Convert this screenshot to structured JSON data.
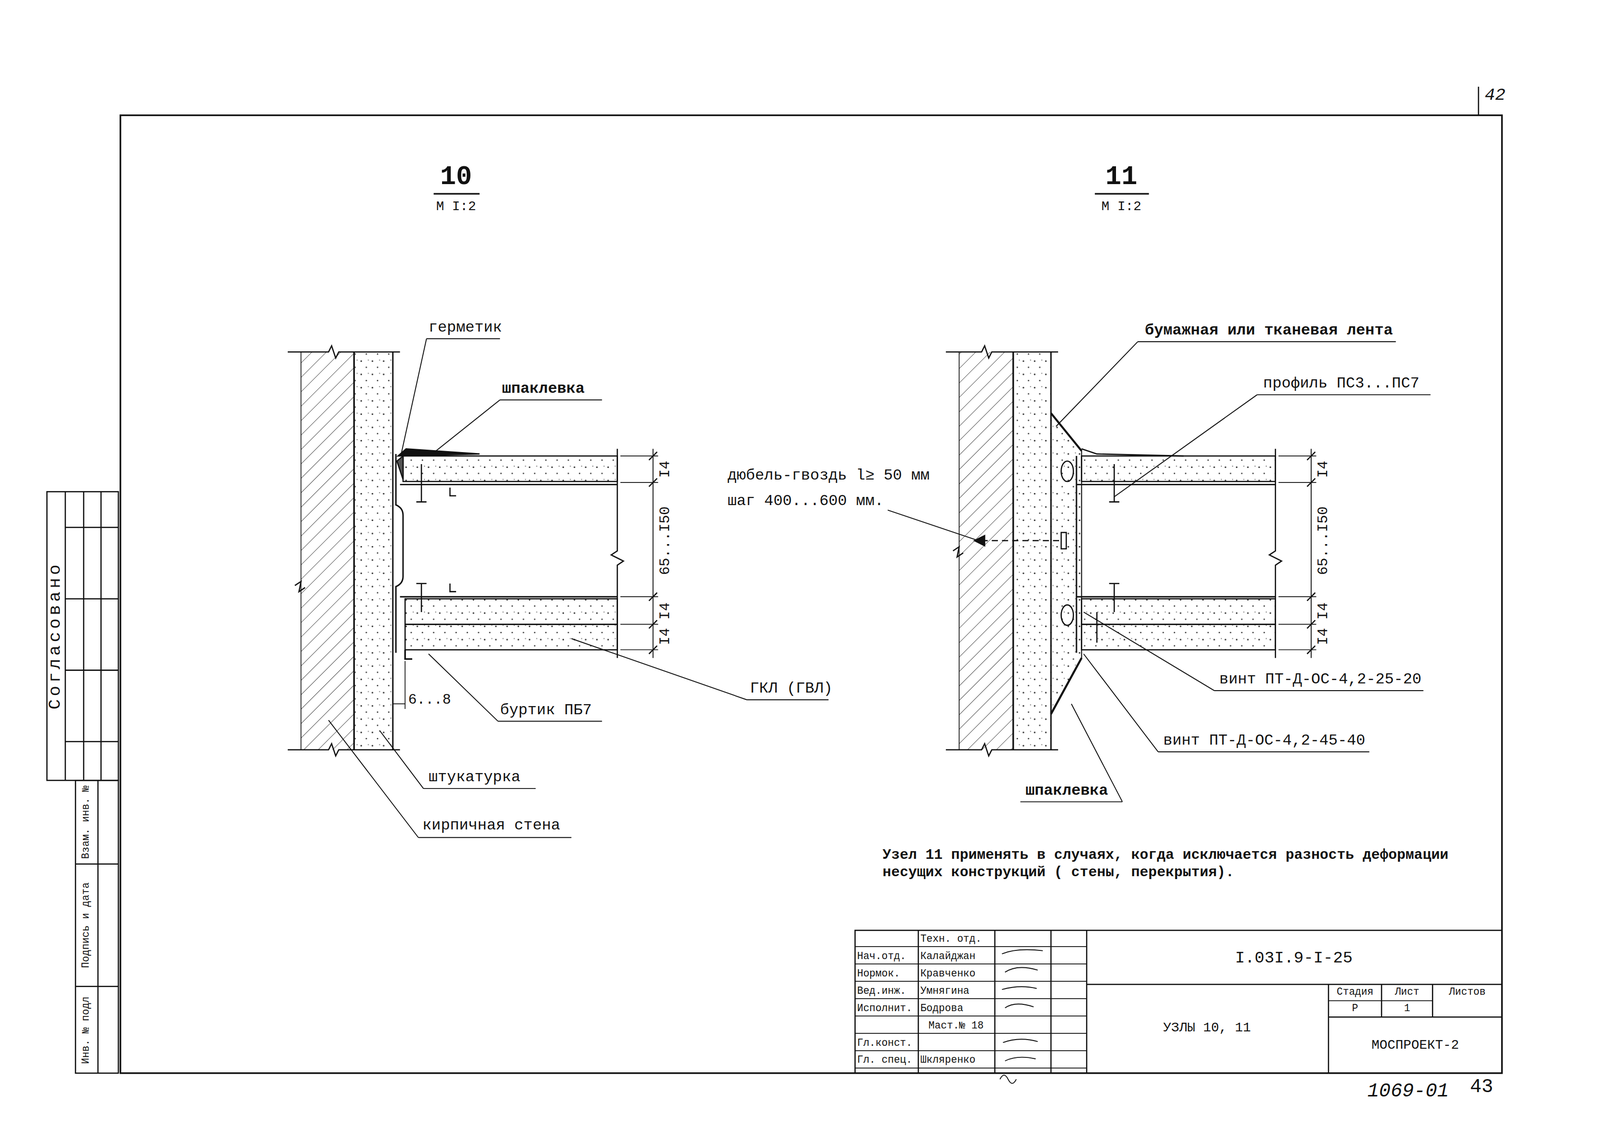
{
  "diagram": {
    "labels": [
      "42",
      "10",
      "М I:2",
      "11",
      "М I:2",
      "герметик",
      "шпаклевка",
      "I4",
      "65...I50",
      "I4",
      "I4",
      "6...8",
      "буртик ПБ7",
      "ГКЛ (ГВЛ)",
      "штукатурка",
      "кирпичная стена",
      "дюбель-гвоздь l≥ 50 мм",
      "шаг 400...600 мм.",
      "бумажная или тканевая лента",
      "профиль ПС3...ПС7",
      "I4",
      "65...I50",
      "I4",
      "I4",
      "винт ПТ-Д-ОС-4,2-25-20",
      "винт ПТ-Д-ОС-4,2-45-40",
      "шпаклевка",
      "Узел 11 применять в случаях, когда исключается разность деформации несущих конструкций ( стены, перекрытия).",
      "Согласовано",
      "Взам. инв. №",
      "Подпись и дата",
      "Инв. № подл",
      "Техн. отд.",
      "Нач.отд.",
      "Калайджан",
      "Нормок.",
      "Кравченко",
      "Вед.инж.",
      "Умнягина",
      "Исполнит.",
      "Бодрова",
      "Маст.№ 18",
      "Гл.конст.",
      "Гл. спец.",
      "Шкляренко",
      "I.03I.9-I-25",
      "УЗЛЫ 10, 11",
      "Стадия",
      "Лист",
      "Листов",
      "Р",
      "1",
      "МОСПРОЕКТ-2",
      "1069-01",
      "43"
    ]
  }
}
